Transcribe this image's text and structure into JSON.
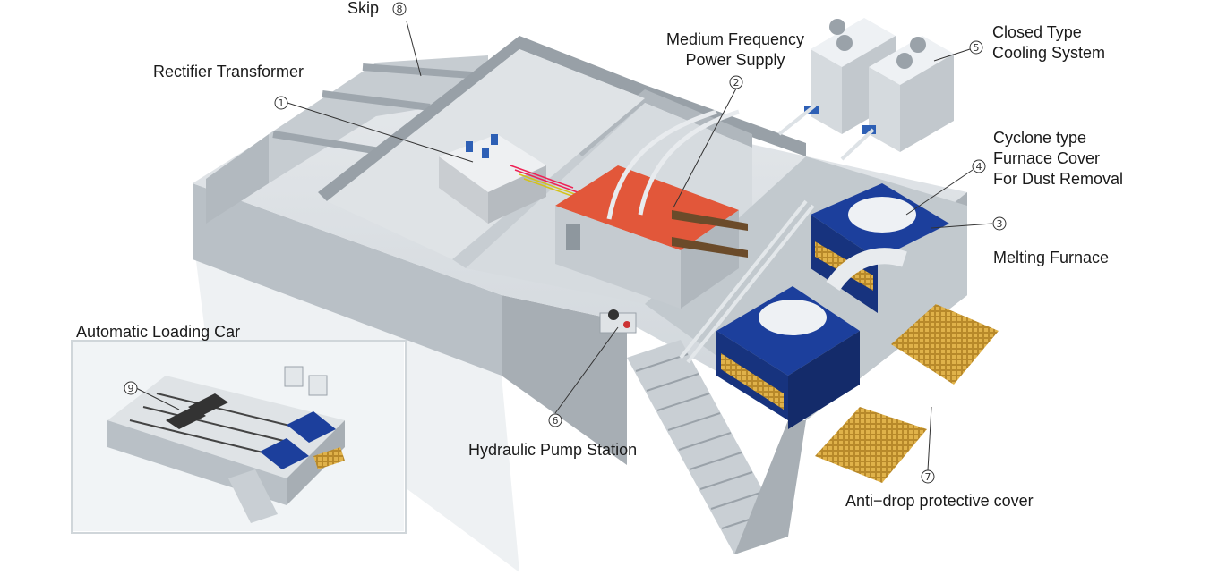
{
  "labels": {
    "skip": "Skip",
    "rectifier_transformer": "Rectifier Transformer",
    "mf_power_supply_line1": "Medium Frequency",
    "mf_power_supply_line2": "Power Supply",
    "cooling_line1": "Closed Type",
    "cooling_line2": "Cooling System",
    "cyclone_line1": "Cyclone type",
    "cyclone_line2": "Furnace Cover",
    "cyclone_line3": "For Dust Removal",
    "melting_furnace": "Melting Furnace",
    "loading_car": "Automatic Loading Car",
    "hydraulic_pump": "Hydraulic Pump Station",
    "anti_drop": "Anti−drop protective cover"
  },
  "callouts": {
    "n1": "1",
    "n2": "2",
    "n3": "3",
    "n4": "4",
    "n5": "5",
    "n6": "6",
    "n7": "7",
    "n8": "8",
    "n9": "9"
  },
  "colors": {
    "wall_top": "#d9dde0",
    "wall_side": "#a9b0b6",
    "floor": "#e3e7ea",
    "power_supply": "#e2573a",
    "furnace_blue": "#1c3f9c",
    "grating": "#c99a2e",
    "cover_white": "#eef1f4"
  }
}
